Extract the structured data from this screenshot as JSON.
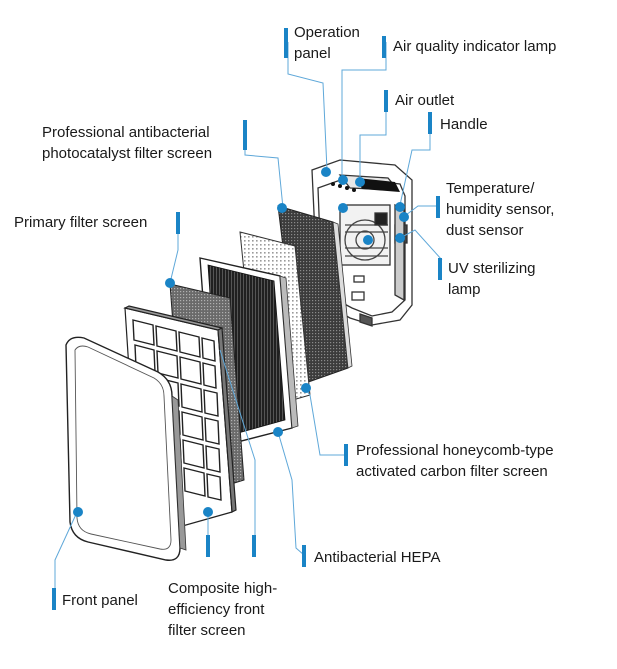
{
  "labels": {
    "operation_panel": [
      "Operation",
      "panel"
    ],
    "air_quality_lamp": [
      "Air quality indicator lamp"
    ],
    "air_outlet": [
      "Air outlet"
    ],
    "handle": [
      "Handle"
    ],
    "photocatalyst": [
      "Professional antibacterial",
      "photocatalyst filter screen"
    ],
    "temp_sensor": [
      "Temperature/",
      "humidity sensor,",
      "dust sensor"
    ],
    "primary_filter": [
      "Primary filter screen"
    ],
    "uv_lamp": [
      "UV sterilizing",
      "lamp"
    ],
    "honeycomb": [
      "Professional honeycomb-type",
      "activated carbon filter screen"
    ],
    "hepa": [
      "Antibacterial HEPA"
    ],
    "front_panel": [
      "Front panel"
    ],
    "composite": [
      "Composite high-",
      "efficiency front",
      "filter screen"
    ]
  },
  "colors": {
    "accent": "#1a84c6",
    "leader": "#5fa8d9",
    "outline": "#333333",
    "text": "#1a1a1a"
  }
}
